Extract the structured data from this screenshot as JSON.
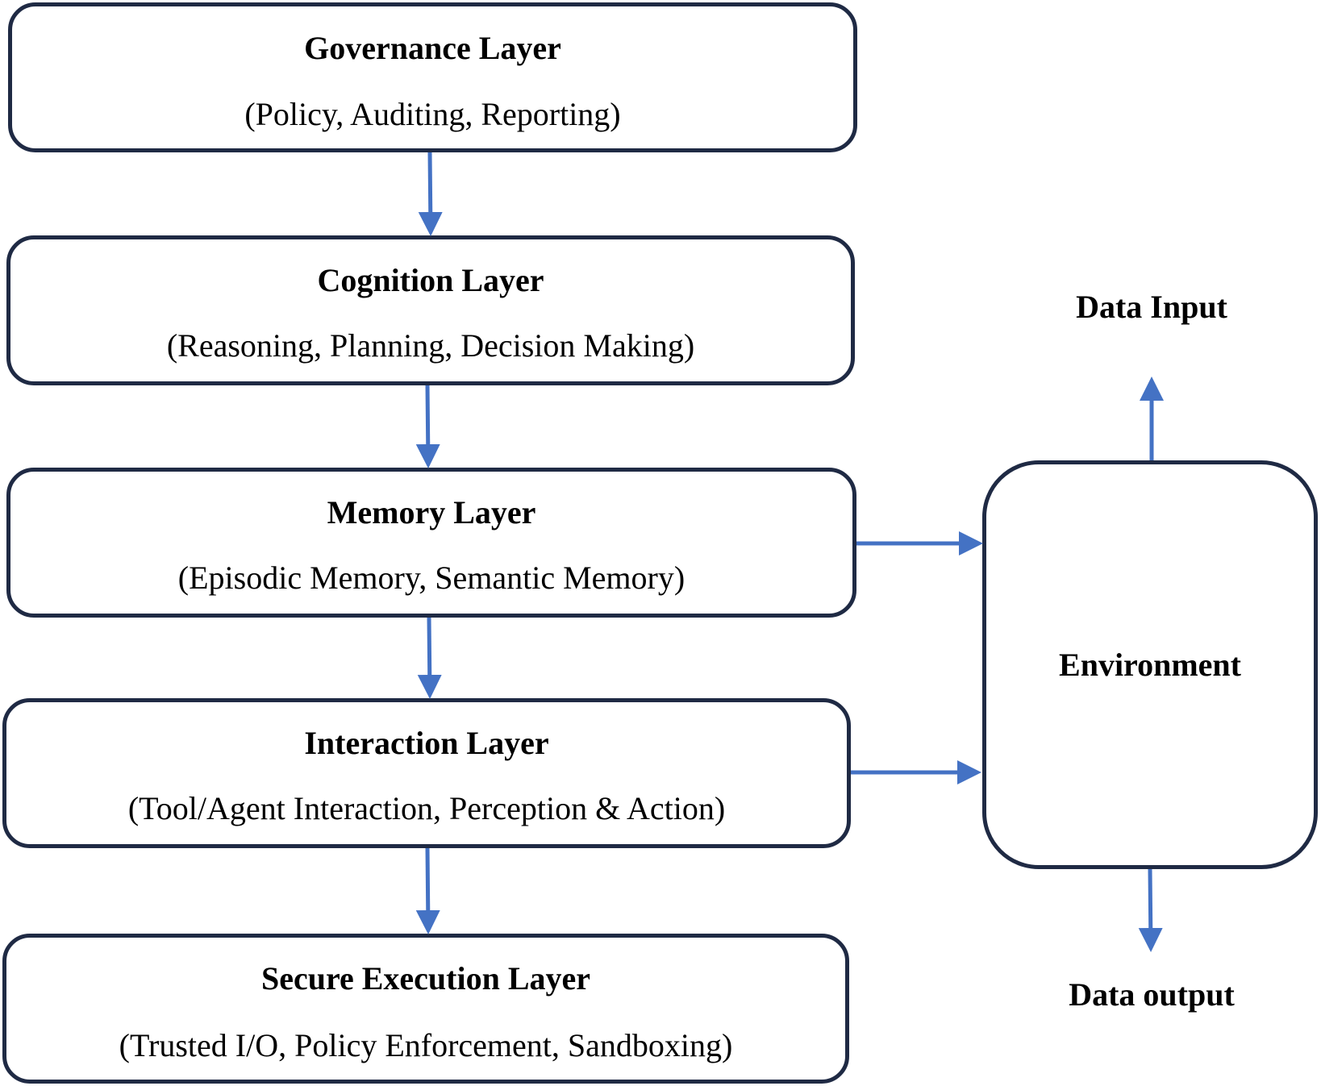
{
  "layers": [
    {
      "title": "Governance Layer",
      "subtitle": "(Policy, Auditing, Reporting)"
    },
    {
      "title": "Cognition Layer",
      "subtitle": "(Reasoning, Planning, Decision Making)"
    },
    {
      "title": "Memory Layer",
      "subtitle": "(Episodic Memory, Semantic Memory)"
    },
    {
      "title": "Interaction Layer",
      "subtitle": "(Tool/Agent Interaction, Perception & Action)"
    },
    {
      "title": "Secure Execution Layer",
      "subtitle": "(Trusted I/O, Policy Enforcement, Sandboxing)"
    }
  ],
  "environment": {
    "label": "Environment"
  },
  "data_input": {
    "label": "Data Input"
  },
  "data_output": {
    "label": "Data output"
  },
  "colors": {
    "arrow": "#4472c4",
    "border": "#1f2a44",
    "text": "#000000"
  }
}
